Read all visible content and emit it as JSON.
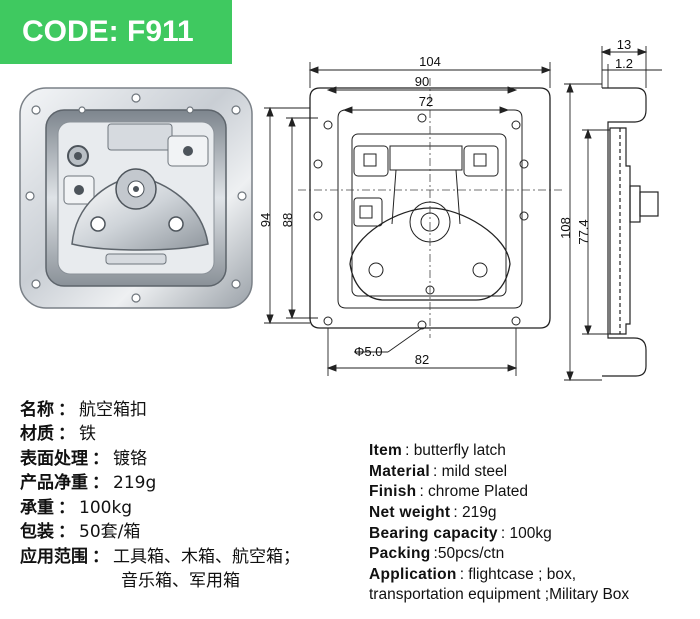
{
  "code_badge": "CODE: F911",
  "drawing": {
    "dim_104": "104",
    "dim_90": "90",
    "dim_72": "72",
    "dim_94": "94",
    "dim_88": "88",
    "dim_82": "82",
    "dim_hole": "Φ5.0",
    "dim_13": "13",
    "dim_1_2": "1.2",
    "dim_108": "108",
    "dim_77_4": "77.4"
  },
  "spec_cn": [
    {
      "key": "名称",
      "sep": "：",
      "value": "航空箱扣"
    },
    {
      "key": "材质",
      "sep": "：",
      "value": "铁"
    },
    {
      "key": "表面处理",
      "sep": "：",
      "value": "镀铬"
    },
    {
      "key": "产品净重",
      "sep": "：",
      "value": "219g"
    },
    {
      "key": "承重",
      "sep": "：",
      "value": "100kg"
    },
    {
      "key": "包装",
      "sep": "：",
      "value": "50套/箱"
    },
    {
      "key": "应用范围",
      "sep": "：",
      "value": "工具箱、木箱、航空箱；"
    }
  ],
  "spec_cn_cont": "音乐箱、军用箱",
  "spec_en": [
    {
      "key": "Item",
      "value": ": butterfly latch"
    },
    {
      "key": "Material",
      "value": ": mild steel"
    },
    {
      "key": "Finish",
      "value": ": chrome Plated"
    },
    {
      "key": "Net weight",
      "value": ": 219g"
    },
    {
      "key": "Bearing capacity",
      "value": ": 100kg"
    },
    {
      "key": "Packing",
      "value": ":50pcs/ctn"
    },
    {
      "key": "Application",
      "value": ": flightcase ; box,"
    }
  ],
  "spec_en_cont": "transportation equipment ;Military Box"
}
